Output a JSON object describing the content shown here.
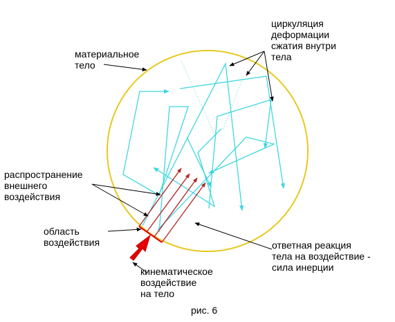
{
  "labels": {
    "material_body": [
      "материальное",
      "тело"
    ],
    "circulation": [
      "циркуляция",
      "деформации",
      "сжатия внутри",
      "тела"
    ],
    "propagation": [
      "распространение",
      "внешнего",
      "воздействия"
    ],
    "impact_area": [
      "область",
      "воздействия"
    ],
    "response": [
      "ответная реакция",
      "тела на воздействие -",
      "сила инерции"
    ],
    "kinematic": [
      "кинематическое",
      "воздействие",
      "на тело"
    ],
    "caption": "рис. 6"
  },
  "colors": {
    "body_outline": "#e8c81e",
    "deformation_path": "#3fd6e0",
    "propagation_rays": "#b22222",
    "impact_arrow": "#e60000",
    "callouts": "#000000"
  },
  "icons": {
    "impact_arrow": "red-arrow-icon"
  }
}
